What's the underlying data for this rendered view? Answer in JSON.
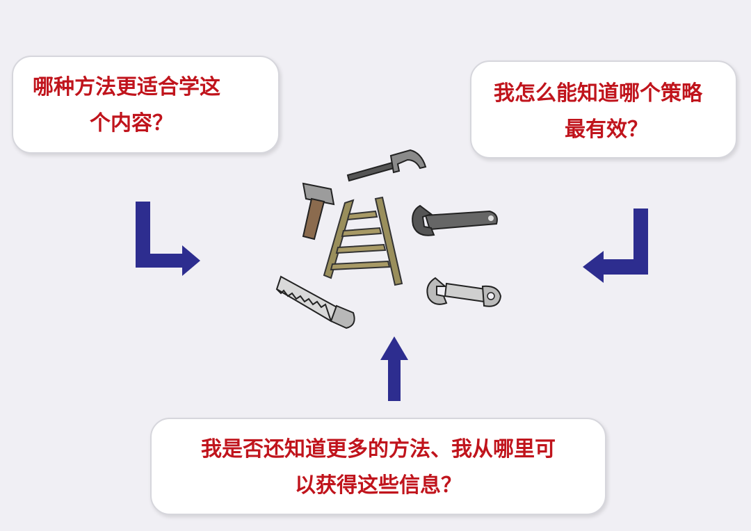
{
  "bubbles": {
    "left": {
      "line1": "哪种方法更适合学这",
      "line2": "个内容？"
    },
    "right": {
      "line1": "我怎么能知道哪个策略",
      "line2": "最有效？"
    },
    "bottom": {
      "line1": "我是否还知道更多的方法、我从哪里可",
      "line2": "以获得这些信息？"
    }
  },
  "colors": {
    "text": "#c0141c",
    "arrow": "#2d2d8f",
    "background": "#f0eff4"
  },
  "icons": [
    "hammer-icon",
    "mallet-icon",
    "ladder-icon",
    "adjustable-wrench-icon",
    "saw-icon",
    "spanner-icon"
  ]
}
